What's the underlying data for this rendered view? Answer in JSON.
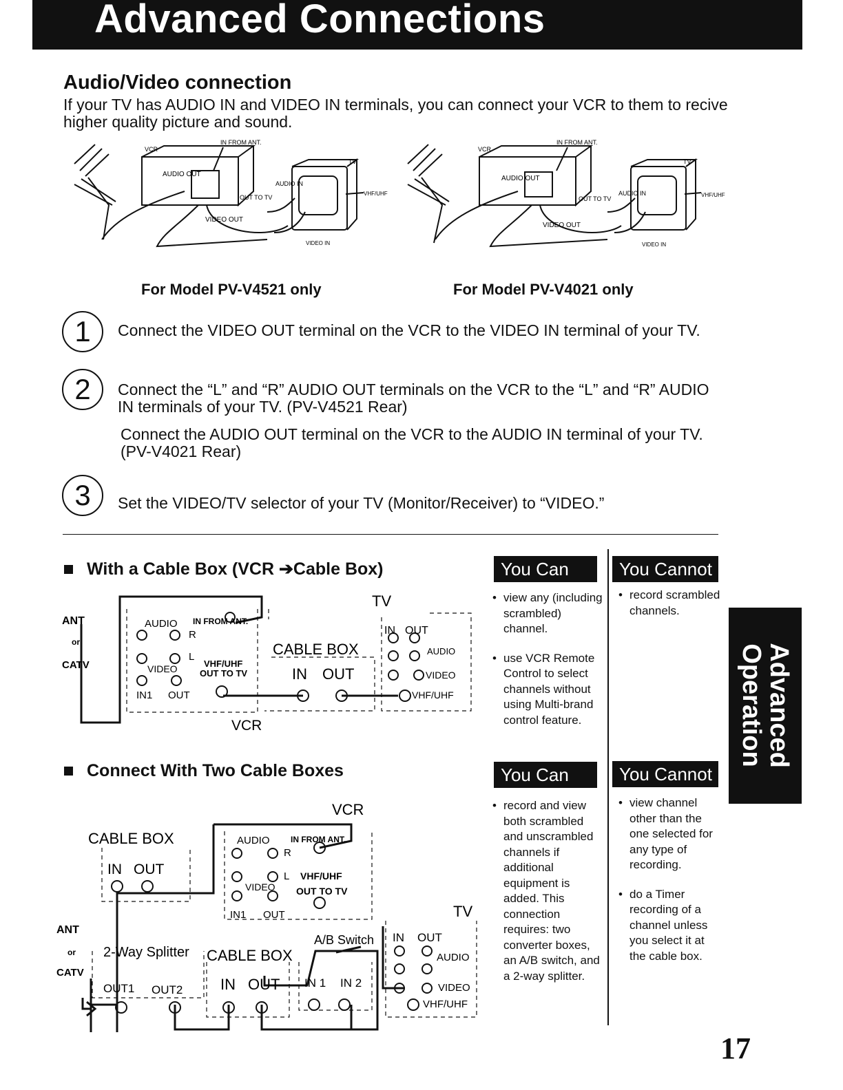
{
  "header": {
    "title": "Advanced Connections"
  },
  "av": {
    "heading": "Audio/Video connection",
    "intro": "If your TV has AUDIO IN and VIDEO IN terminals, you can connect your VCR to them to recive higher quality picture and sound.",
    "diagram_left": {
      "vcr": "VCR",
      "in_from_ant": "IN FROM ANT.",
      "tv": "TV",
      "audio_out": "AUDIO OUT",
      "audio_in": "AUDIO IN",
      "out_to_tv": "OUT TO TV",
      "vhf_uhf": "VHF/UHF",
      "video_out": "VIDEO OUT",
      "video_in": "VIDEO IN"
    },
    "diagram_right": {
      "vcr": "VCR",
      "in_from_ant": "IN FROM ANT.",
      "tv": "TV",
      "audio_out": "AUDIO OUT",
      "audio_in": "AUDIO IN",
      "out_to_tv": "OUT TO TV",
      "vhf_uhf": "VHF/UHF",
      "video_out": "VIDEO OUT",
      "video_in": "VIDEO IN"
    },
    "caption_left": "For Model PV-V4521 only",
    "caption_right": "For Model PV-V4021 only",
    "steps": [
      {
        "num": "1",
        "text": "Connect the VIDEO OUT terminal on the VCR to the VIDEO IN terminal of your TV."
      },
      {
        "num": "2",
        "text": "Connect the “L” and “R” AUDIO OUT terminals on the VCR to the “L” and “R” AUDIO IN terminals of your TV. (PV-V4521 Rear)",
        "extra": "Connect the AUDIO OUT terminal on the VCR to the AUDIO IN terminal of your TV. (PV-V4021 Rear)"
      },
      {
        "num": "3",
        "text": "Set the VIDEO/TV selector of your TV (Monitor/Receiver) to “VIDEO.”"
      }
    ]
  },
  "cable1": {
    "heading": "With a Cable Box (VCR ➔Cable Box)",
    "diagram": {
      "ant": "ANT",
      "or": "or",
      "catv": "CATV",
      "audio": "AUDIO",
      "in_from_ant": "IN FROM ANT.",
      "r": "R",
      "l": "L",
      "video": "VIDEO",
      "vhf_uhf": "VHF/UHF",
      "out_to_tv": "OUT TO TV",
      "in1": "IN1",
      "out": "OUT",
      "vcr": "VCR",
      "cable_box": "CABLE BOX",
      "cb_in": "IN",
      "cb_out": "OUT",
      "tv": "TV",
      "tv_in": "IN",
      "tv_out": "OUT",
      "tv_audio": "AUDIO",
      "tv_video": "VIDEO",
      "tv_vhf": "VHF/UHF"
    },
    "you_can": {
      "title": "You Can",
      "items": [
        "view any (including scrambled) channel.",
        "use VCR Remote Control to select channels without using Multi-brand control feature."
      ]
    },
    "you_cannot": {
      "title": "You Cannot",
      "items": [
        "record scrambled channels."
      ]
    }
  },
  "cable2": {
    "heading": "Connect With Two Cable Boxes",
    "diagram": {
      "vcr": "VCR",
      "cable_box_a": "CABLE BOX",
      "in": "IN",
      "out": "OUT",
      "audio": "AUDIO",
      "in_from_ant": "IN FROM ANT.",
      "r": "R",
      "l": "L",
      "video": "VIDEO",
      "vhf_uhf": "VHF/UHF",
      "out_to_tv": "OUT TO TV",
      "in1": "IN1",
      "ant": "ANT",
      "or": "or",
      "catv": "CATV",
      "splitter": "2-Way Splitter",
      "out1": "OUT1",
      "out2": "OUT2",
      "cable_box_b": "CABLE BOX",
      "ab_switch": "A/B Switch",
      "sw_in1": "IN 1",
      "sw_in2": "IN 2",
      "tv": "TV",
      "tv_audio": "AUDIO",
      "tv_video": "VIDEO",
      "tv_vhf": "VHF/UHF"
    },
    "you_can": {
      "title": "You Can",
      "items": [
        "record and view both scrambled and unscrambled channels if additional equipment is added. This connection requires: two converter boxes, an A/B switch, and a 2-way splitter."
      ]
    },
    "you_cannot": {
      "title": "You Cannot",
      "items": [
        "view channel other than the one selected for any type of recording.",
        "do a Timer recording of a channel unless you select it at the cable box."
      ]
    }
  },
  "side_tab": {
    "line1": "Advanced",
    "line2": "Operation"
  },
  "page_number": "17"
}
